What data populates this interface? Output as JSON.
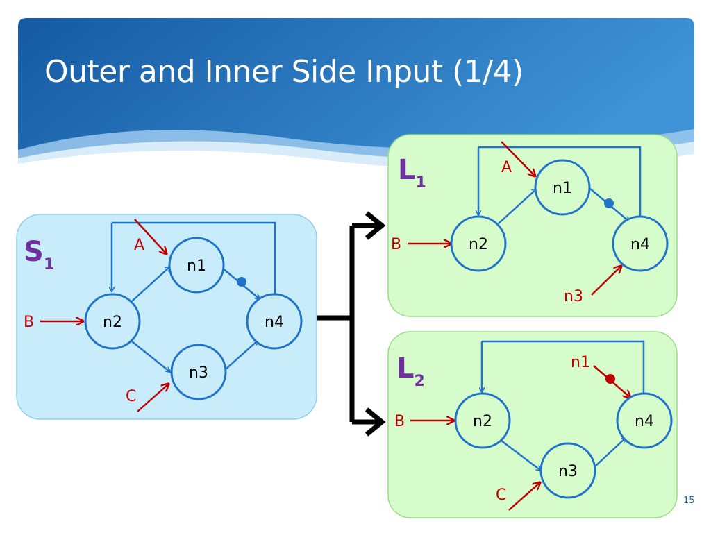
{
  "slide": {
    "title": "Outer and Inner Side Input (1/4)",
    "page_number": "15"
  },
  "colors": {
    "header_dark": "#1a5ea8",
    "header_light": "#5aa8e0",
    "s_panel": "#c9ecfb",
    "l_panel": "#d6fccb",
    "node_stroke": "#1f73c9",
    "label_purple": "#7030a0",
    "input_red": "#c00000"
  },
  "panels": {
    "s1": {
      "label": "S",
      "subscript": "1",
      "nodes": [
        "n1",
        "n2",
        "n3",
        "n4"
      ],
      "inputs": [
        "A",
        "B",
        "C"
      ]
    },
    "l1": {
      "label": "L",
      "subscript": "1",
      "nodes": [
        "n1",
        "n2",
        "n4"
      ],
      "inputs": [
        "A",
        "B",
        "n3"
      ]
    },
    "l2": {
      "label": "L",
      "subscript": "2",
      "nodes": [
        "n2",
        "n3",
        "n4"
      ],
      "inputs": [
        "n1",
        "B",
        "C"
      ]
    }
  }
}
